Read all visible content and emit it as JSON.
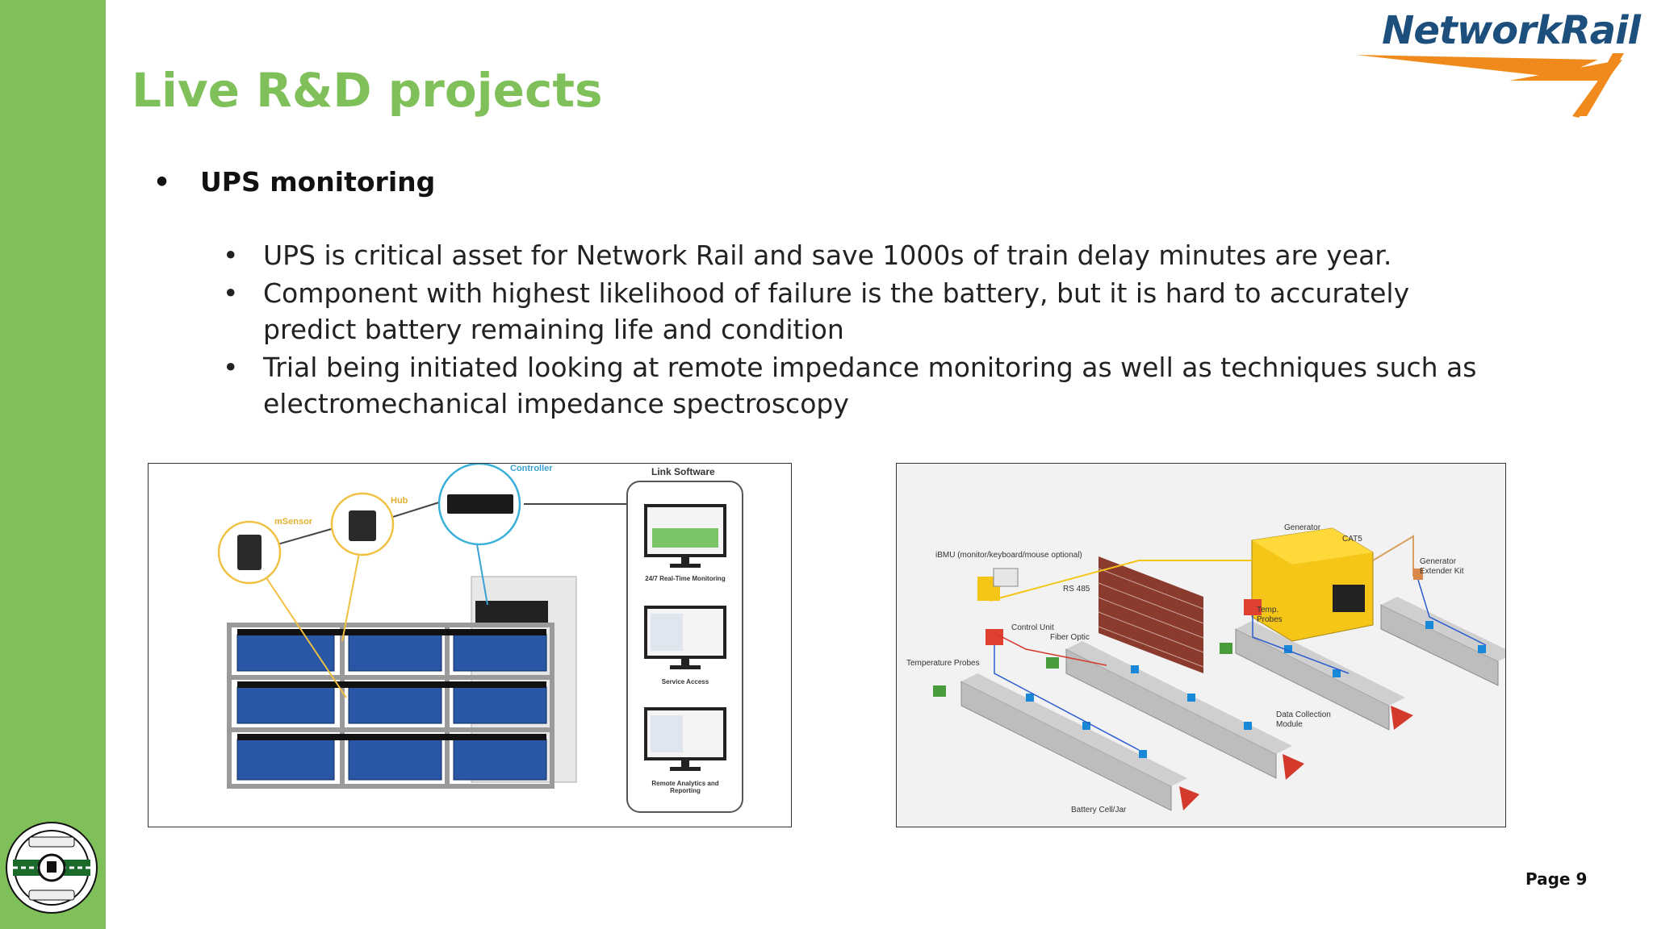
{
  "slide": {
    "title": "Live R&D projects",
    "page_number": "Page 9",
    "logo_text": "NetworkRail",
    "colors": {
      "accent_green": "#80c05a",
      "logo_blue": "#1d4f7c",
      "logo_orange": "#f08a1c"
    }
  },
  "content": {
    "main_bullet": "UPS monitoring",
    "sub_bullets": [
      "UPS is critical asset for Network Rail and save 1000s of train delay minutes are year.",
      "Component with highest likelihood of failure is the battery, but it is hard to accurately predict battery remaining life and condition",
      "Trial being initiated looking at remote impedance monitoring as well as techniques such as electromechanical impedance spectroscopy"
    ]
  },
  "figure_left": {
    "labels": {
      "controller": "Controller",
      "hub": "Hub",
      "msensor": "mSensor",
      "link_software": "Link Software",
      "monitor1": "24/7 Real-Time Monitoring",
      "monitor2": "Service Access",
      "monitor3": "Remote Analytics and Reporting"
    }
  },
  "figure_right": {
    "labels": {
      "ibmu": "iBMU (monitor/keyboard/mouse optional)",
      "generator": "Generator",
      "cat5": "CAT5",
      "generator_kit": "Generator Extender Kit",
      "rs485": "RS 485",
      "control_unit": "Control Unit",
      "fiber_optic": "Fiber Optic",
      "temp_probes": "Temp. Probes",
      "temperature_probes": "Temperature Probes",
      "data_collection": "Data Collection Module",
      "battery_cell": "Battery Cell/Jar"
    }
  }
}
